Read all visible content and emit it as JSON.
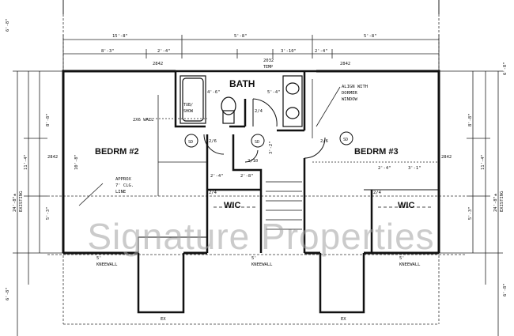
{
  "rooms": {
    "bath": "BATH",
    "bedrm2": "BEDRM #2",
    "bedrm3": "BEDRM #3",
    "wic_left": "WIC",
    "wic_right": "WIC",
    "tub_shower": "TUB/\nSHOW"
  },
  "notes": {
    "align_dormer": [
      "ALIGN WITH",
      "DORMER",
      "WINDOW"
    ],
    "wall_2x6": "2X6 WALL",
    "approx_clg": [
      "APPROX",
      "7' CLG.",
      "LINE"
    ],
    "kneewall_left": [
      "5'",
      "KNEEWALL"
    ],
    "kneewall_mid": [
      "5'",
      "KNEEWALL"
    ],
    "kneewall_right": [
      "5'",
      "KNEEWALL"
    ],
    "existing_left": [
      "24'-8\"±",
      "EXISTING"
    ],
    "existing_right": [
      "24'-8\"±",
      "EXISTING"
    ],
    "ex_left": "EX",
    "ex_right": "EX",
    "smoke_detector": "SD",
    "window_2842": "2842",
    "window_2032": "2032",
    "window_2032_note": "TEMP"
  },
  "dims": {
    "top_overall_left": "15'-8\"",
    "top_overall_mid": "5'-8\"",
    "top_overall_right": "5'-8\"",
    "top_sub_a": "8'-3\"",
    "top_sub_b": "2'-4\"",
    "top_sub_c": "3'-10\"",
    "top_sub_d": "2'-4\"",
    "left_v_a": "8'-8\"",
    "left_v_b": "11'-4\"",
    "left_v_c": "5'-3\"",
    "right_v_a": "8'-8\"",
    "right_v_b": "11'-4\"",
    "right_v_c": "5'-3\"",
    "bottom_left": "6'-8\"",
    "bottom_right": "6'-8\"",
    "bath_w": "4'-6\"",
    "bath_v": "5'-4\"",
    "bedrm2_v": "10'-8\"",
    "door_24a": "2/4",
    "door_24b": "2/4",
    "door_24c": "2/4",
    "door_26a": "2/6",
    "door_26b": "2/6",
    "door_210": "2/10",
    "wic_l_a": "2'-4\"",
    "wic_l_b": "2'-8\"",
    "wic_r_a": "2'-4\"",
    "wic_r_b": "3'-1\"",
    "stair_w": "3'-2\""
  },
  "watermark": "Signature Properties",
  "colors": {
    "ink": "#111111",
    "watermark": "#a0a0a0"
  }
}
